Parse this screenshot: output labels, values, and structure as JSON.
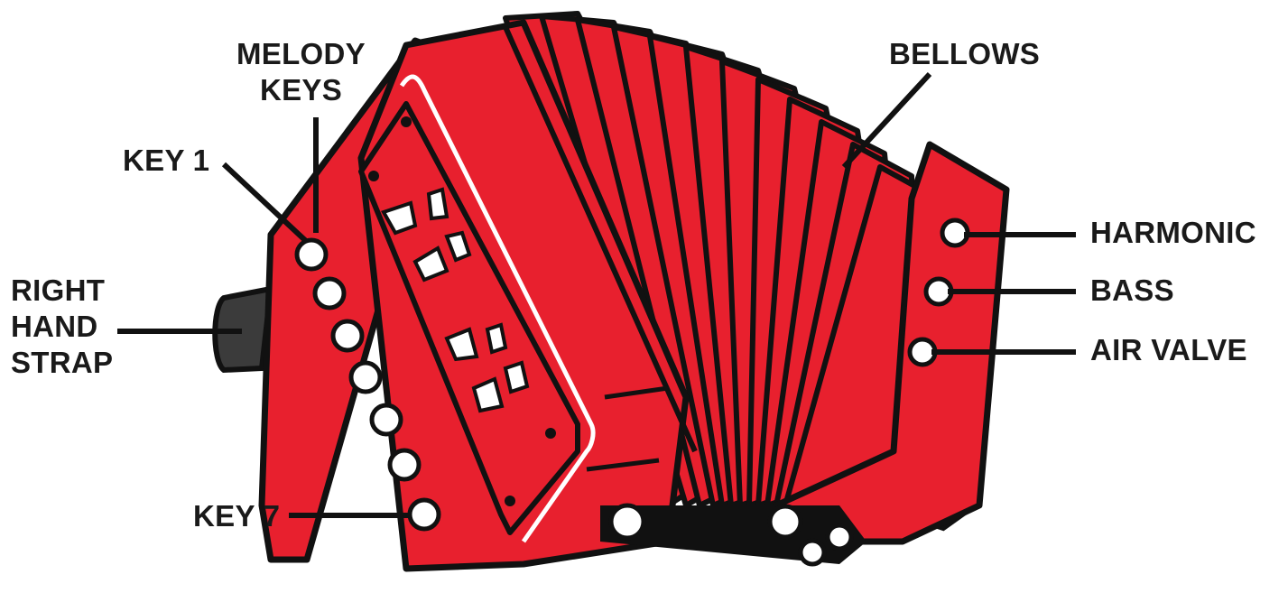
{
  "labels": {
    "melody_keys": [
      "MELODY",
      "KEYS"
    ],
    "key_1": "KEY 1",
    "right_hand_strap": [
      "RIGHT",
      "HAND",
      "STRAP"
    ],
    "key_7": "KEY 7",
    "bellows": "BELLOWS",
    "harmonic": "HARMONIC",
    "bass": "BASS",
    "air_valve": "AIR VALVE"
  },
  "colors": {
    "body_red": "#e8202e",
    "outline": "#111111",
    "strap_gray": "#3b3b3b",
    "key_white": "#ffffff"
  }
}
